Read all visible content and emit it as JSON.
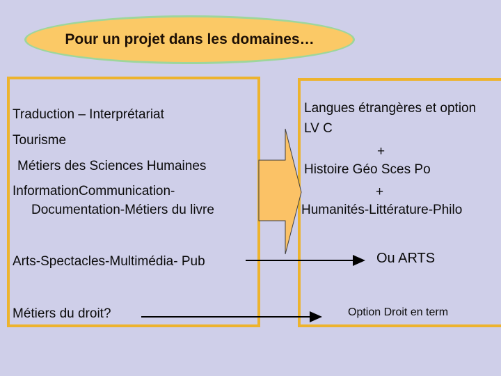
{
  "slide": {
    "background_color": "#cfcfe9",
    "title": {
      "text": "Pour un projet dans les domaines…",
      "fill_color": "#fbc966",
      "border_color": "#9ed69b",
      "text_color": "#1c0f05"
    },
    "left_box": {
      "border_color": "#edb32d",
      "items": [
        "Traduction – Interprétariat",
        "Tourisme",
        "Métiers des Sciences Humaines",
        "InformationCommunication-",
        "Documentation-Métiers du livre",
        "Arts-Spectacles-Multimédia- Pub",
        "Métiers du droit?"
      ]
    },
    "right_box": {
      "border_color": "#edb32d",
      "lines": [
        "Langues étrangères et option",
        "LV C",
        "+",
        "Histoire Géo Sces Po",
        "+",
        "Humanités-Littérature-Philo"
      ],
      "ou_arts": "Ou ARTS",
      "option_droit": "Option Droit en term"
    },
    "block_arrow": {
      "fill_color": "#fbc266",
      "stroke_color": "#3f3f3f"
    },
    "connectors": {
      "color": "#000000"
    }
  }
}
